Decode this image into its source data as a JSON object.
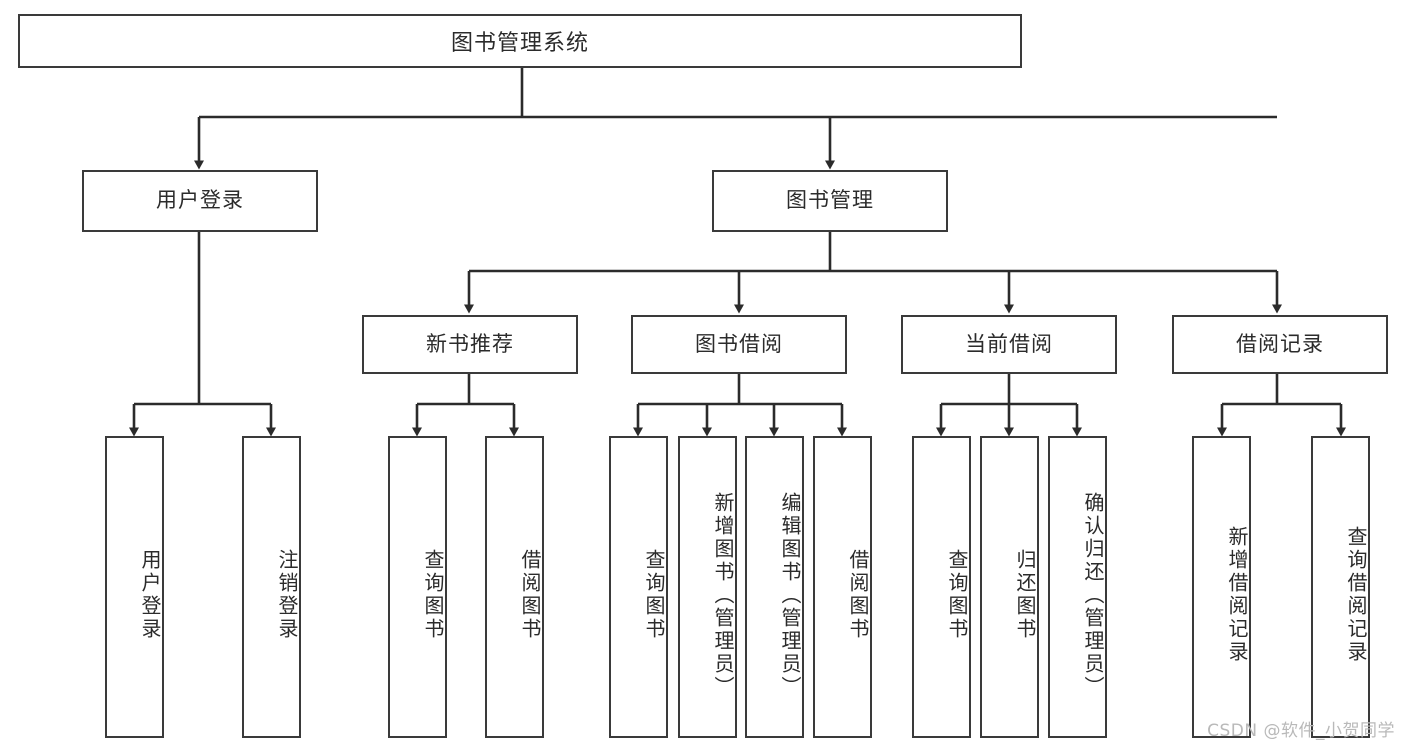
{
  "diagram": {
    "type": "tree-hierarchy",
    "title": "图书管理系统",
    "watermark": "CSDN @软件_小贺同学",
    "colors": {
      "box_border": "#3a3a3a",
      "box_fill": "#ffffff",
      "connector": "#2b2b2b",
      "text": "#2b2b2b",
      "watermark": "#b9b9b9",
      "background": "#ffffff"
    },
    "root": {
      "label": "图书管理系统"
    },
    "level2": [
      {
        "label": "用户登录"
      },
      {
        "label": "图书管理"
      }
    ],
    "level3": [
      {
        "label": "新书推荐"
      },
      {
        "label": "图书借阅"
      },
      {
        "label": "当前借阅"
      },
      {
        "label": "借阅记录"
      }
    ],
    "leaves": {
      "user_login": [
        {
          "label": "用户登录"
        },
        {
          "label": "注销登录"
        }
      ],
      "new_book": [
        {
          "label": "查询图书"
        },
        {
          "label": "借阅图书"
        }
      ],
      "book_borrow": [
        {
          "label": "查询图书"
        },
        {
          "label": "新增图书（管理员）"
        },
        {
          "label": "编辑图书（管理员）"
        },
        {
          "label": "借阅图书"
        }
      ],
      "current_borrow": [
        {
          "label": "查询图书"
        },
        {
          "label": "归还图书"
        },
        {
          "label": "确认归还（管理员）"
        }
      ],
      "borrow_record": [
        {
          "label": "新增借阅记录"
        },
        {
          "label": "查询借阅记录"
        }
      ]
    }
  }
}
